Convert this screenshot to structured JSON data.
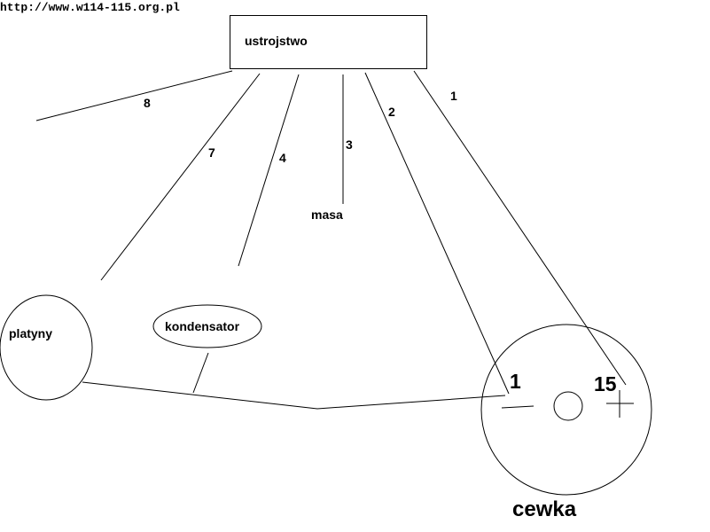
{
  "watermark": "http://www.w114-115.org.pl",
  "labels": {
    "device": "ustrojstwo",
    "ground": "masa",
    "points": "platyny",
    "capacitor": "kondensator",
    "coil": "cewka",
    "coil_terminal_1": "1",
    "coil_terminal_15": "15"
  },
  "wires": [
    "1",
    "2",
    "3",
    "4",
    "7",
    "8"
  ]
}
